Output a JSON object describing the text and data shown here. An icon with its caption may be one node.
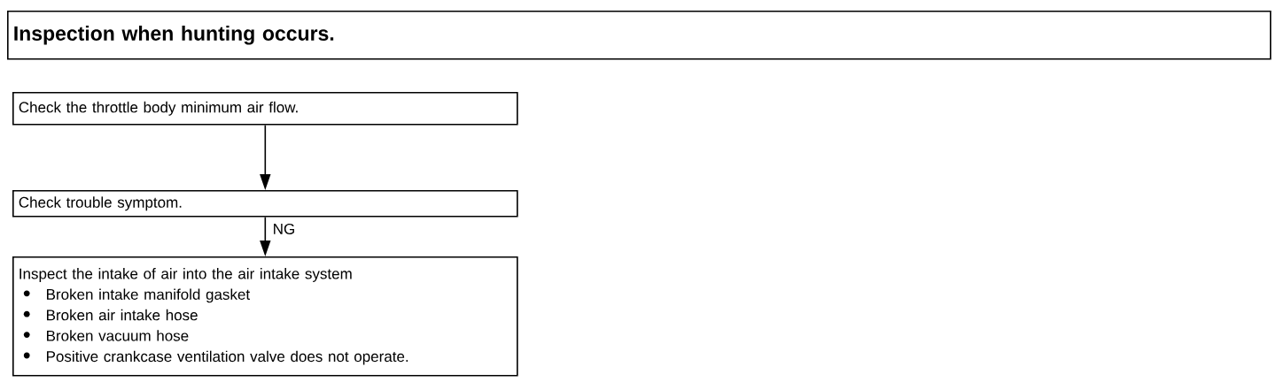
{
  "diagram": {
    "nodes": [
      {
        "text": [
          "Inspection when hunting occurs."
        ]
      },
      {
        "text": [
          "Check the throttle body minimum air flow."
        ]
      },
      {
        "text": [
          "Check trouble symptom."
        ]
      },
      {
        "text": [
          "Inspect the intake of air into the air intake system",
          "Broken intake manifold gasket",
          "Broken air intake hose",
          "Broken vacuum hose",
          "Positive crankcase ventilation valve does not operate."
        ]
      }
    ],
    "edges": [
      {
        "from": 1,
        "to": 2,
        "arrow": "to"
      },
      {
        "from": 2,
        "to": 3,
        "arrow": "to",
        "label": "NG"
      }
    ]
  }
}
